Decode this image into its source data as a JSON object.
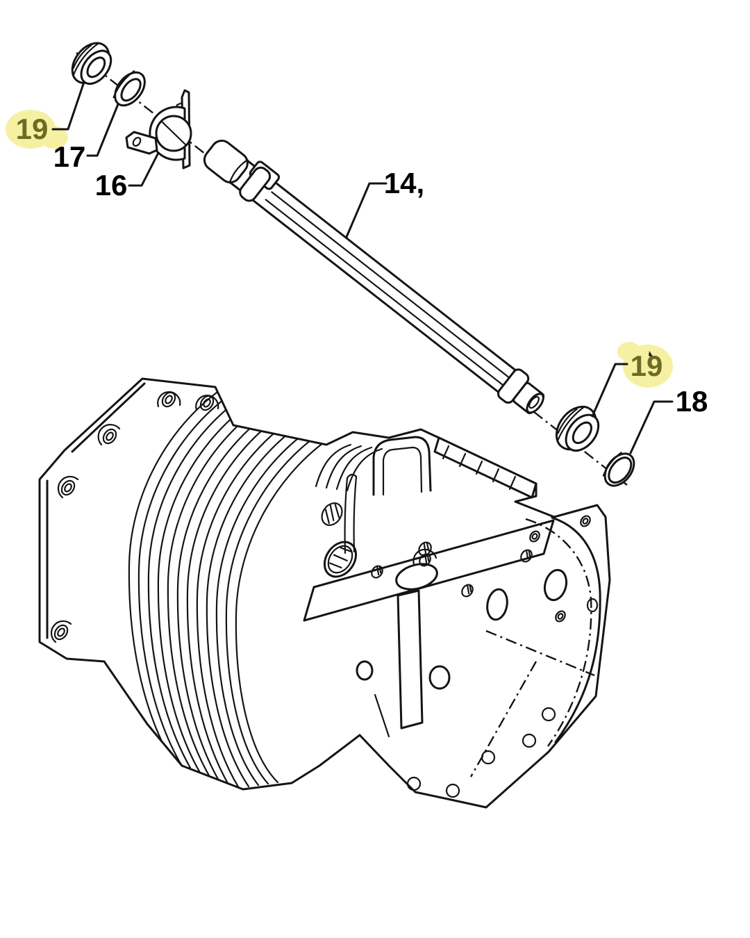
{
  "page": {
    "background_color": "#ffffff"
  },
  "diagram": {
    "type": "exploded-parts-diagram",
    "line_color": "#141414",
    "highlight_color": "#f6f0a2",
    "highlight_text_color": "#6c6c24",
    "label_color": "#000000",
    "callouts": [
      {
        "id": "19-upper",
        "label": "19",
        "highlighted": true
      },
      {
        "id": "17",
        "label": "17",
        "highlighted": false
      },
      {
        "id": "16",
        "label": "16",
        "highlighted": false
      },
      {
        "id": "14",
        "label": "14,",
        "highlighted": false
      },
      {
        "id": "19-lower",
        "label": "19",
        "highlighted": true
      },
      {
        "id": "18",
        "label": "18",
        "highlighted": false
      }
    ]
  }
}
